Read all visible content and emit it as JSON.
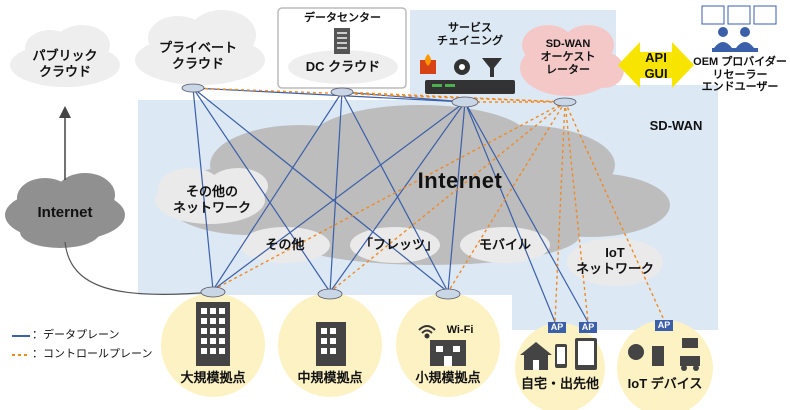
{
  "clouds": {
    "public": "パブリック\nクラウド",
    "private": "プライベート\nクラウド",
    "dc_header": "データセンター",
    "dc": "DC クラウド",
    "service_chaining": "サービス\nチェイニング",
    "sdwan_orchestrator": "SD-WAN\nオーケスト\nレーター"
  },
  "api_label": "API\nGUI",
  "oem_label": "OEM プロバイダー\nリセーラー\nエンドユーザー",
  "sdwan_label": "SD-WAN",
  "internet_center": "Internet",
  "internet_left": "Internet",
  "network_labels": {
    "other_network": "その他の\nネットワーク",
    "other": "その他",
    "flets": "「フレッツ」",
    "mobile": "モバイル",
    "iot_network": "IoT\nネットワーク"
  },
  "sites": {
    "large": "大規模拠点",
    "medium": "中規模拠点",
    "small": "小規模拠点",
    "home": "自宅・出先他",
    "iot": "IoT デバイス"
  },
  "wifi_label": "Wi-Fi",
  "ap_label": "AP",
  "legend": {
    "data_plane": "：データプレーン",
    "control_plane": "：コントロールプレーン"
  },
  "colors": {
    "data_line": "#3b5fa8",
    "control_line": "#f08a24",
    "sdwan_area": "#dce8f4",
    "site_circle": "#fdf2c4",
    "orchestrator": "#f5c8c8",
    "api_arrow": "#f7e400"
  }
}
